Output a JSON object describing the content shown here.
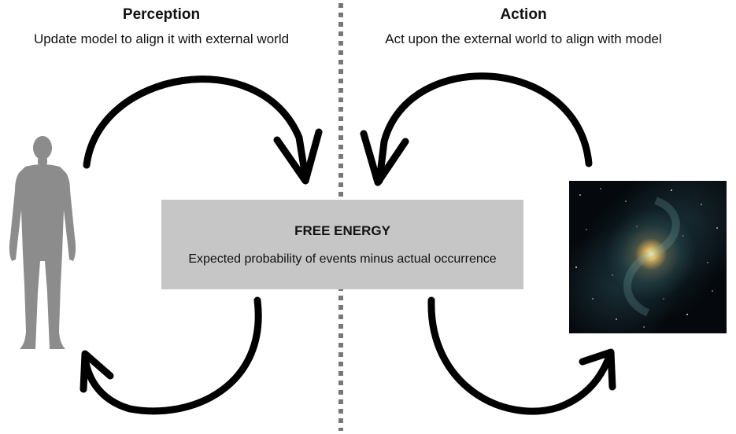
{
  "perception": {
    "title": "Perception",
    "subtitle": "Update model to align it with external world"
  },
  "action": {
    "title": "Action",
    "subtitle": "Act upon the external world to align with model"
  },
  "free_energy": {
    "title": "FREE ENERGY",
    "description": "Expected probability of events minus actual occurrence"
  },
  "icons": {
    "person": "person-silhouette-icon",
    "galaxy": "galaxy-image",
    "arrow": "curved-arrow-icon"
  },
  "colors": {
    "box_fill": "#c6c6c6",
    "arrow": "#000000",
    "silhouette": "#8c8c8c",
    "divider": "#777777"
  }
}
